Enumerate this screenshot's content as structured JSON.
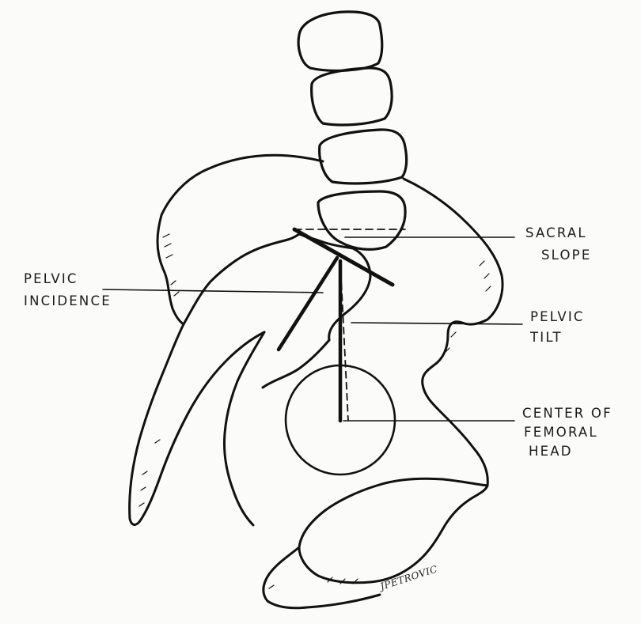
{
  "labels": {
    "sacral_slope": [
      "SACRAL",
      "SLOPE"
    ],
    "pelvic_incidence": [
      "PELVIC",
      "INCIDENCE"
    ],
    "pelvic_tilt": [
      "PELVIC",
      "TILT"
    ],
    "center_femoral_head": [
      "CENTER OF",
      "FEMORAL",
      "HEAD"
    ]
  },
  "signature": "JPETROVIC",
  "colors": {
    "ink": "#111111",
    "paper": "#fbfbfa"
  }
}
